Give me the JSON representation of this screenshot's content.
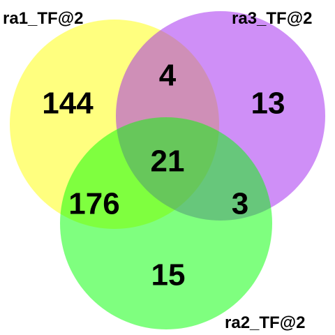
{
  "sets": [
    {
      "id": "a",
      "label": "ra1_TF@2",
      "color": "#ffff00"
    },
    {
      "id": "b",
      "label": "ra3_TF@2",
      "color": "#a020f0"
    },
    {
      "id": "c",
      "label": "ra2_TF@2",
      "color": "#00ff00"
    }
  ],
  "regions": {
    "a_only": "144",
    "b_only": "13",
    "c_only": "15",
    "ab": "4",
    "ac": "176",
    "bc": "3",
    "abc": "21"
  }
}
